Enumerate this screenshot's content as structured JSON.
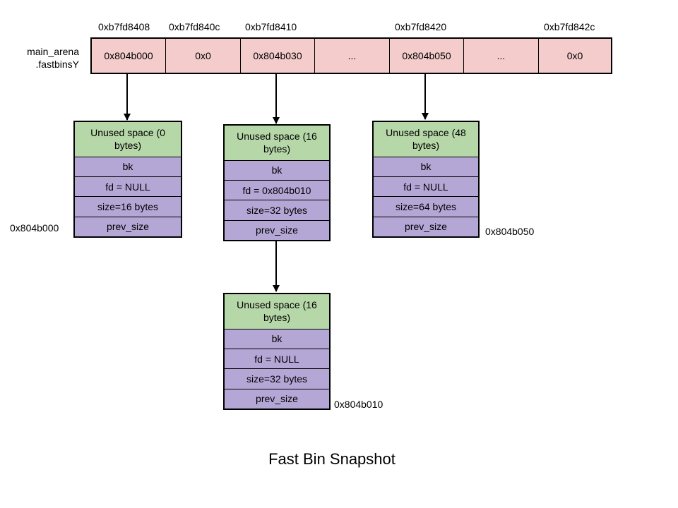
{
  "arena": {
    "label_line1": "main_arena",
    "label_line2": ".fastbinsY",
    "addresses": [
      "0xb7fd8408",
      "0xb7fd840c",
      "0xb7fd8410",
      "0xb7fd8420",
      "0xb7fd842c"
    ],
    "cells": [
      "0x804b000",
      "0x0",
      "0x804b030",
      "...",
      "0x804b050",
      "...",
      "0x0"
    ]
  },
  "chunks": [
    {
      "unused": "Unused space (0 bytes)",
      "bk": "bk",
      "fd": "fd = NULL",
      "size": "size=16 bytes",
      "prev_size": "prev_size",
      "address": "0x804b000"
    },
    {
      "unused": "Unused space (16 bytes)",
      "bk": "bk",
      "fd": "fd = 0x804b010",
      "size": "size=32 bytes",
      "prev_size": "prev_size"
    },
    {
      "unused": "Unused space (48 bytes)",
      "bk": "bk",
      "fd": "fd = NULL",
      "size": "size=64 bytes",
      "prev_size": "prev_size",
      "address": "0x804b050"
    },
    {
      "unused": "Unused space (16 bytes)",
      "bk": "bk",
      "fd": "fd = NULL",
      "size": "size=32 bytes",
      "prev_size": "prev_size",
      "address": "0x804b010"
    }
  ],
  "title": "Fast Bin Snapshot",
  "colors": {
    "arena_cell": "#f4cccc",
    "unused": "#b6d7a8",
    "field": "#b4a7d6"
  }
}
